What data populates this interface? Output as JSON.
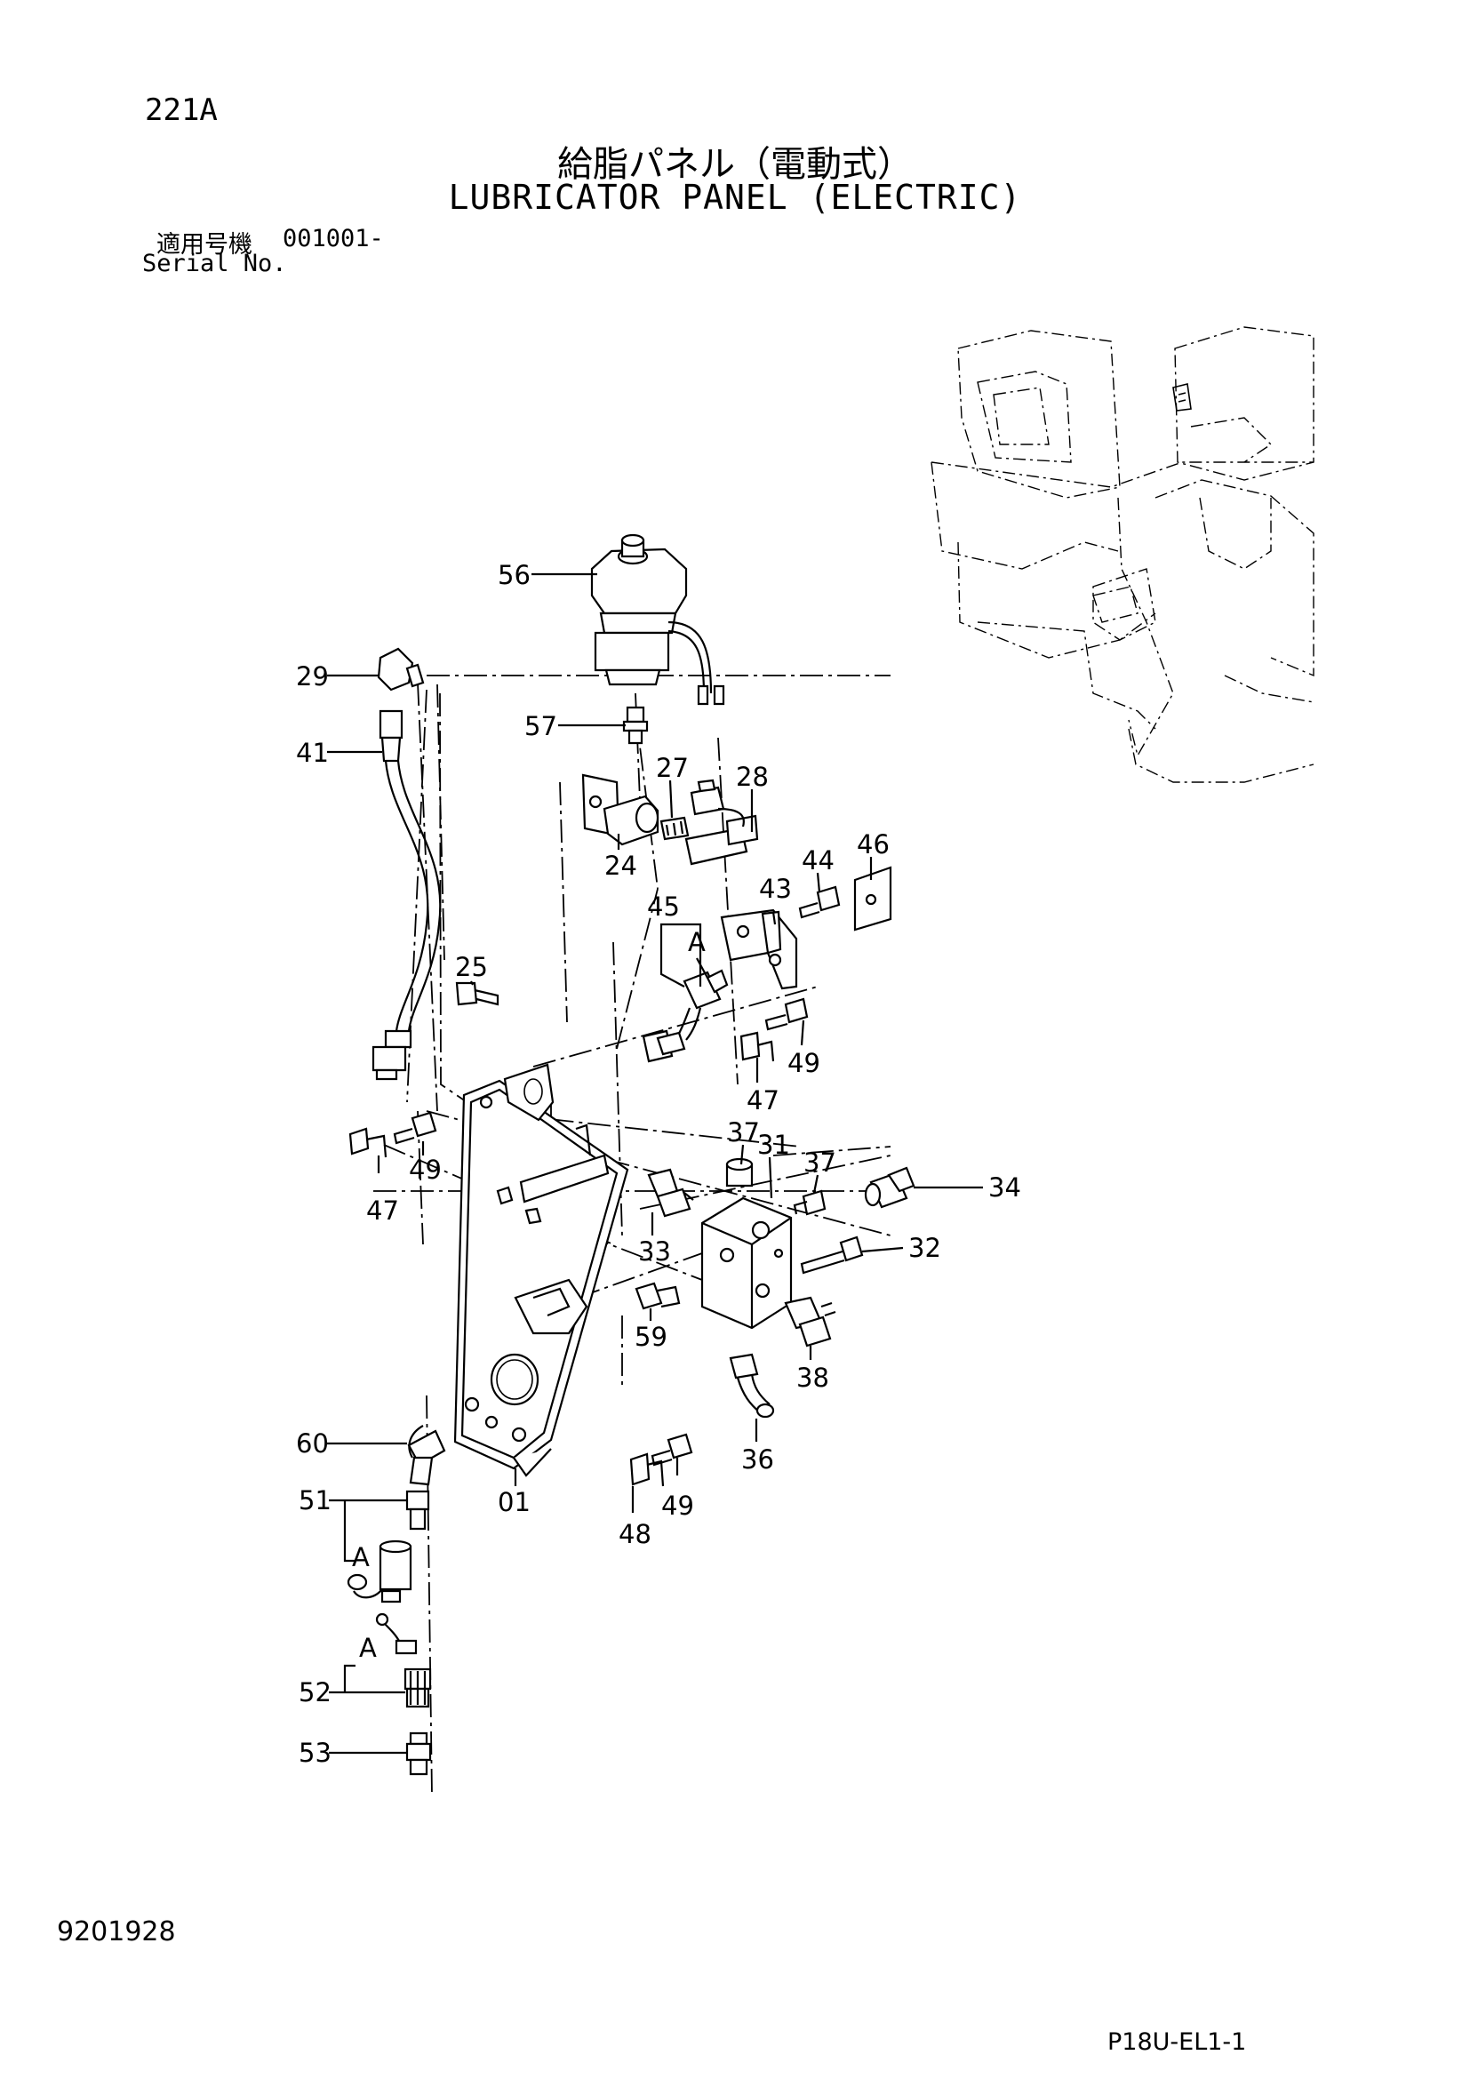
{
  "header": {
    "page_code": "221A",
    "title_jp": "給脂パネル（電動式）",
    "title_en": "LUBRICATOR PANEL (ELECTRIC)",
    "serial_label_jp": "適用号機",
    "serial_number": "001001-",
    "serial_label_en": "Serial No."
  },
  "footer": {
    "drawing_number": "9201928",
    "sheet_ref": "P18U-EL1-1"
  },
  "callouts": {
    "c56": "56",
    "c29": "29",
    "c57": "57",
    "c41": "41",
    "c27": "27",
    "c28": "28",
    "c24": "24",
    "c44": "44",
    "c46": "46",
    "c45": "45",
    "c43": "43",
    "cA1": "A",
    "c25": "25",
    "c49a": "49",
    "c47a": "47",
    "c37a": "37",
    "c31": "31",
    "c37b": "37",
    "c34": "34",
    "c49b": "49",
    "c47b": "47",
    "c33": "33",
    "c32": "32",
    "c59": "59",
    "c38": "38",
    "c60": "60",
    "c01": "01",
    "c36": "36",
    "c49c": "49",
    "c48": "48",
    "c51": "51",
    "cA2": "A",
    "cA3": "A",
    "c52": "52",
    "c53": "53"
  }
}
